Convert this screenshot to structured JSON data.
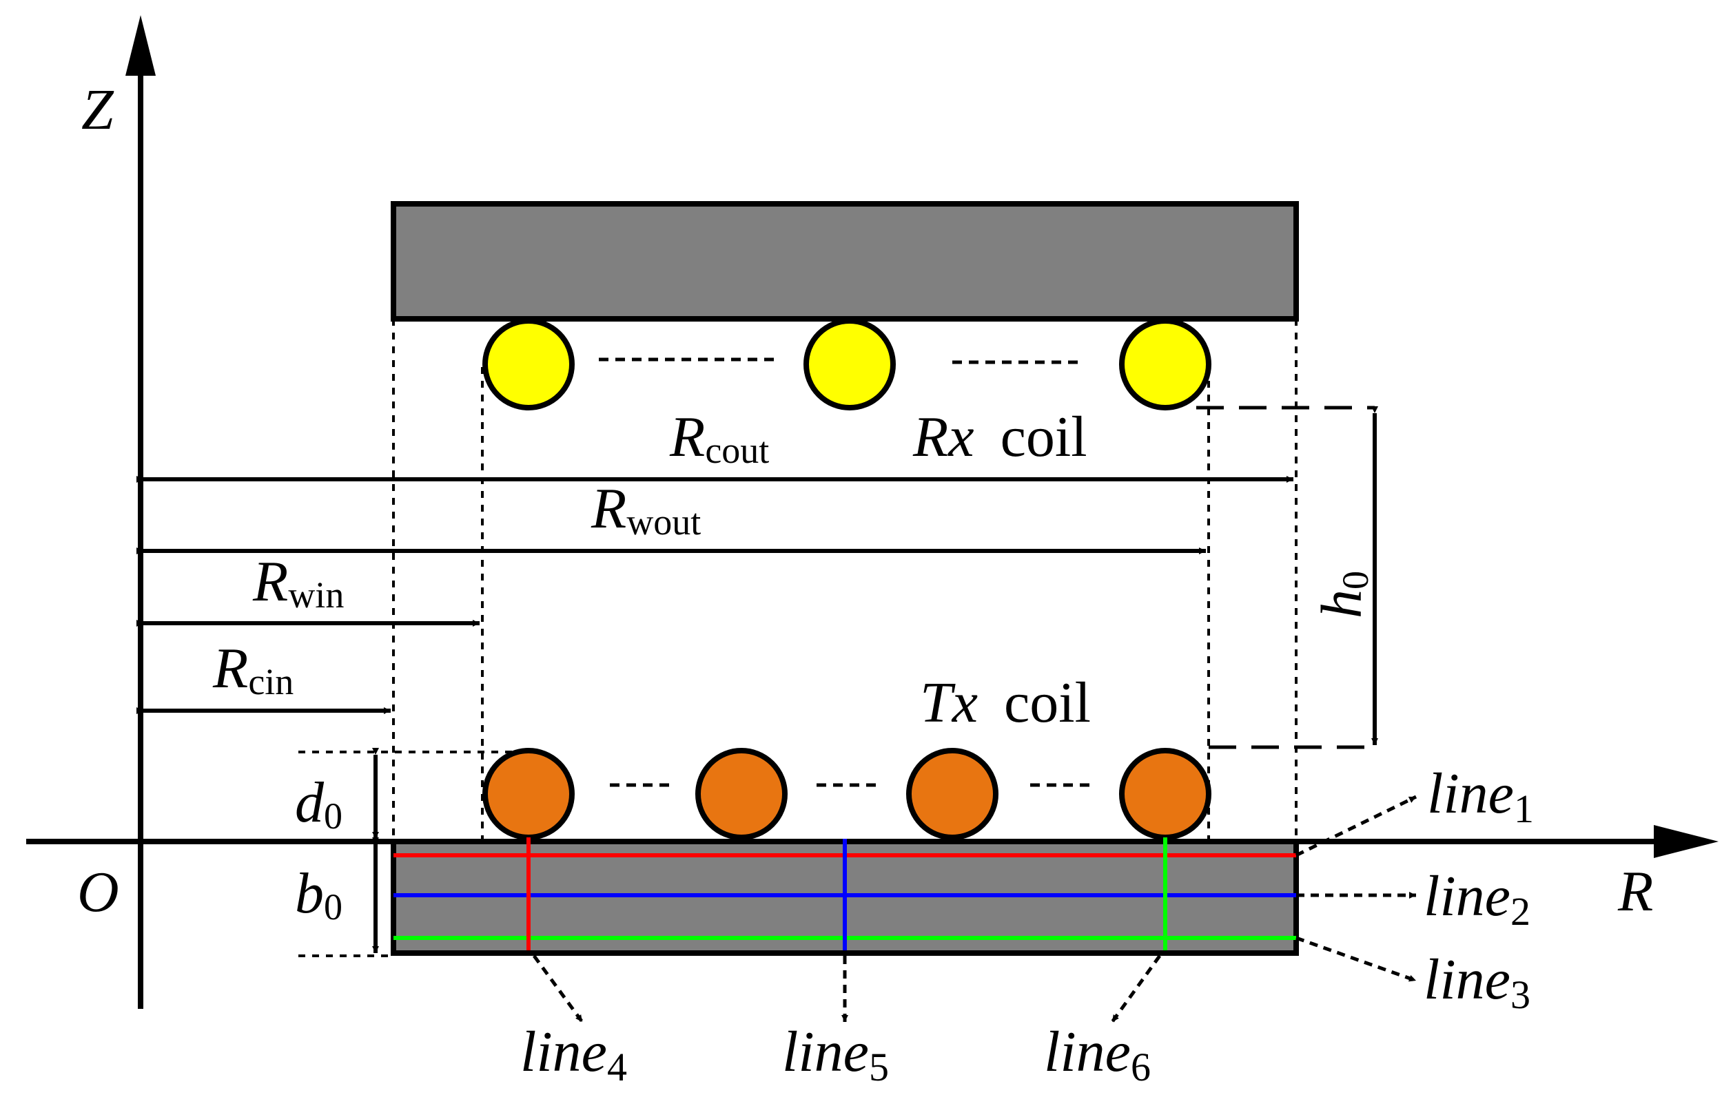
{
  "axes": {
    "z_label": "Z",
    "r_label": "R",
    "origin_label": "O"
  },
  "dimensions": {
    "r_cout": {
      "main": "R",
      "sub": "cout"
    },
    "r_wout": {
      "main": "R",
      "sub": "wout"
    },
    "r_win": {
      "main": "R",
      "sub": "win"
    },
    "r_cin": {
      "main": "R",
      "sub": "cin"
    },
    "h0": {
      "main": "h",
      "sub": "0"
    },
    "d0": {
      "main": "d",
      "sub": "0"
    },
    "b0": {
      "main": "b",
      "sub": "0"
    }
  },
  "coils": {
    "rx": {
      "symbol": "Rx",
      "word": "coil"
    },
    "tx": {
      "symbol": "Tx",
      "word": "coil"
    }
  },
  "lines": [
    {
      "main": "line",
      "sub": "1"
    },
    {
      "main": "line",
      "sub": "2"
    },
    {
      "main": "line",
      "sub": "3"
    },
    {
      "main": "line",
      "sub": "4"
    },
    {
      "main": "line",
      "sub": "5"
    },
    {
      "main": "line",
      "sub": "6"
    }
  ],
  "colors": {
    "core": "#808080",
    "rx_winding": "#ffff00",
    "tx_winding": "#e87511",
    "line_red": "#ff0000",
    "line_blue": "#0000ff",
    "line_green": "#00ff00"
  }
}
